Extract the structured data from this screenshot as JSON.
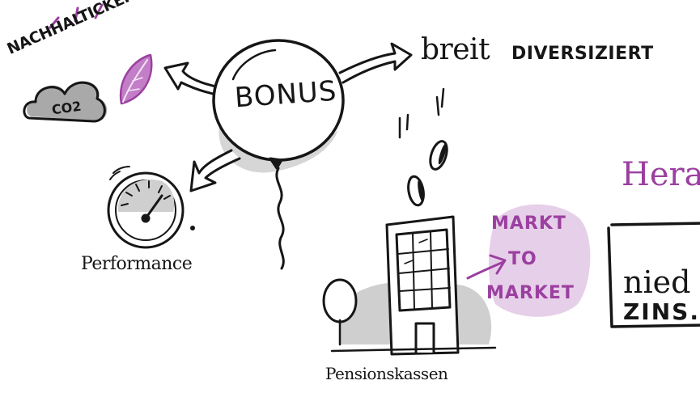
{
  "labels": {
    "nachhaltigkeit": "NACHHALTICKEIT",
    "co2": "CO2",
    "bonus": "BONUS",
    "breit": "breit",
    "diversifiziert": "DIVERSIZIERT",
    "performance": "Performance",
    "markt": "MARKT",
    "to": "TO",
    "market": "MARKET",
    "herausforderung": "Herau",
    "niedrige": "nied",
    "zinsen": "ZINS.",
    "pensionskassen": "Pensionskassen"
  },
  "icons": {
    "balloon": "balloon-icon",
    "cloud": "cloud-icon",
    "leaf": "leaf-icon",
    "gauge": "gauge-icon",
    "coins": "coin-icon",
    "building": "building-icon",
    "tree": "tree-icon"
  },
  "colors": {
    "ink": "#161616",
    "accent_purple": "#9b3fa0",
    "light_purple": "#e6cfe8",
    "shadow_gray": "#c9c9c9",
    "cloud_gray": "#a9a9a9"
  }
}
